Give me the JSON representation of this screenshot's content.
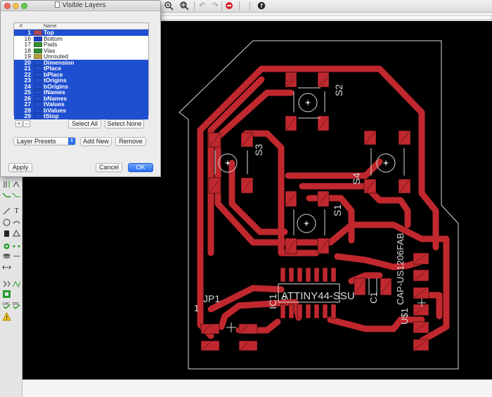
{
  "dialog": {
    "title": "Visible Layers",
    "columns": {
      "num": "#",
      "name": "Name"
    },
    "layers": [
      {
        "num": "1",
        "name": "Top",
        "color": "#b5485a",
        "selected": true
      },
      {
        "num": "16",
        "name": "Bottom",
        "color": "#2140c8",
        "selected": false
      },
      {
        "num": "17",
        "name": "Pads",
        "color": "#2f8f2f",
        "selected": false
      },
      {
        "num": "18",
        "name": "Vias",
        "color": "#2f8f2f",
        "selected": false
      },
      {
        "num": "19",
        "name": "Unrouted",
        "color": "#b0a23a",
        "selected": false
      },
      {
        "num": "20",
        "name": "Dimension",
        "color": "#1f4fd1",
        "selected": true
      },
      {
        "num": "21",
        "name": "tPlace",
        "color": "#1f4fd1",
        "selected": true
      },
      {
        "num": "22",
        "name": "bPlace",
        "color": "#1f4fd1",
        "selected": true
      },
      {
        "num": "23",
        "name": "tOrigins",
        "color": "#1f4fd1",
        "selected": true
      },
      {
        "num": "24",
        "name": "bOrigins",
        "color": "#1f4fd1",
        "selected": true
      },
      {
        "num": "25",
        "name": "tNames",
        "color": "#1f4fd1",
        "selected": true
      },
      {
        "num": "26",
        "name": "bNames",
        "color": "#1f4fd1",
        "selected": true
      },
      {
        "num": "27",
        "name": "tValues",
        "color": "#1f4fd1",
        "selected": true
      },
      {
        "num": "28",
        "name": "bValues",
        "color": "#1f4fd1",
        "selected": true
      },
      {
        "num": "29",
        "name": "tStop",
        "color": "#1f4fd1",
        "selected": true
      }
    ],
    "plus": "+",
    "minus": "−",
    "select_all": "Select All",
    "select_none": "Select None",
    "preset": "Layer Presets",
    "add_new": "Add New",
    "remove": "Remove",
    "apply": "Apply",
    "cancel": "Cancel",
    "ok": "OK"
  },
  "toolbar": {
    "icons": [
      "zoom-in-icon",
      "zoom-select-icon",
      "undo-icon",
      "redo-icon",
      "stop-icon",
      "help-icon"
    ],
    "glyphs": {
      "undo": "↶",
      "redo": "↷",
      "help": "?"
    }
  },
  "palette": {
    "text_tool": "T"
  },
  "board": {
    "labels": {
      "s1": "S1",
      "s2": "S2",
      "s3": "S3",
      "s4": "S4",
      "ic1": "IC1",
      "ic1_value": "ATTINY44-SSU",
      "cap": "CAP-US1206FAB",
      "c1": "C1",
      "u1": "U$1",
      "jp1": "JP1",
      "pin1": "1"
    },
    "colors": {
      "trace": "#c0282e",
      "pad": "#c0282e",
      "outline": "#d8d8d8",
      "silk": "#d8d8d8"
    }
  }
}
